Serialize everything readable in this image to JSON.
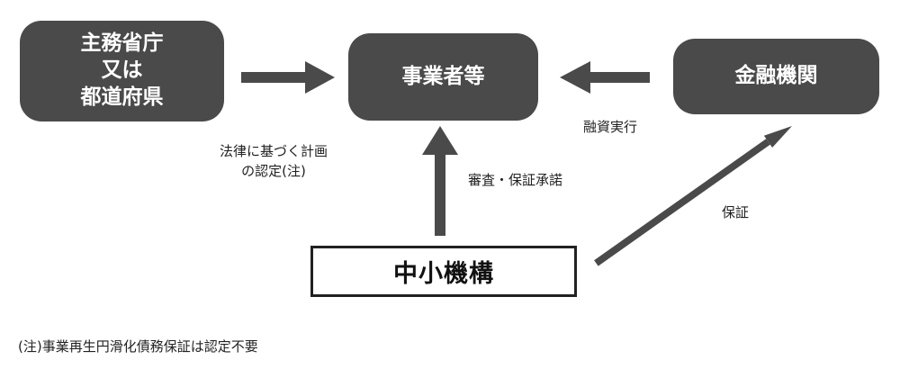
{
  "nodes": {
    "ministry": [
      "主務省庁",
      "又は",
      "都道府県"
    ],
    "operators": "事業者等",
    "finance": "金融機関",
    "smrj": "中小機構"
  },
  "edges": {
    "law_certification": [
      "法律に基づく計画",
      "の認定(注)"
    ],
    "review_approval": "審査・保証承諾",
    "loan": "融資実行",
    "guarantee": "保証"
  },
  "footnote": "(注)事業再生円滑化債務保証は認定不要",
  "colors": {
    "box_fill": "#4a4a4a",
    "arrow_fill": "#4a4a4a",
    "box_text": "#ffffff"
  }
}
